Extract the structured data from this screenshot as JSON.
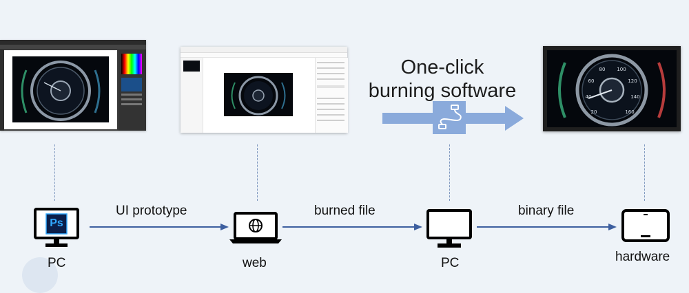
{
  "headline": {
    "line1": "One-click",
    "line2": "burning software"
  },
  "nodes": [
    {
      "id": "pc1",
      "label": "PC",
      "icon": "ps-monitor-icon"
    },
    {
      "id": "web",
      "label": "web",
      "icon": "globe-laptop-icon"
    },
    {
      "id": "pc2",
      "label": "PC",
      "icon": "monitor-icon"
    },
    {
      "id": "hardware",
      "label": "hardware",
      "icon": "tablet-icon"
    }
  ],
  "edges": [
    {
      "from": "pc1",
      "to": "web",
      "label": "UI prototype"
    },
    {
      "from": "web",
      "to": "pc2",
      "label": "burned file"
    },
    {
      "from": "pc2",
      "to": "hardware",
      "label": "binary file"
    }
  ],
  "ps_badge": "Ps",
  "gauge_ticks": [
    "20",
    "40",
    "60",
    "80",
    "100",
    "120",
    "140",
    "160"
  ],
  "colors": {
    "background": "#eef3f8",
    "arrow": "#3d5f9f",
    "dashed": "#7f98bf",
    "big_arrow": "#8aaadb",
    "ps_blue": "#0b1f4a",
    "ps_text": "#31a8ff"
  }
}
